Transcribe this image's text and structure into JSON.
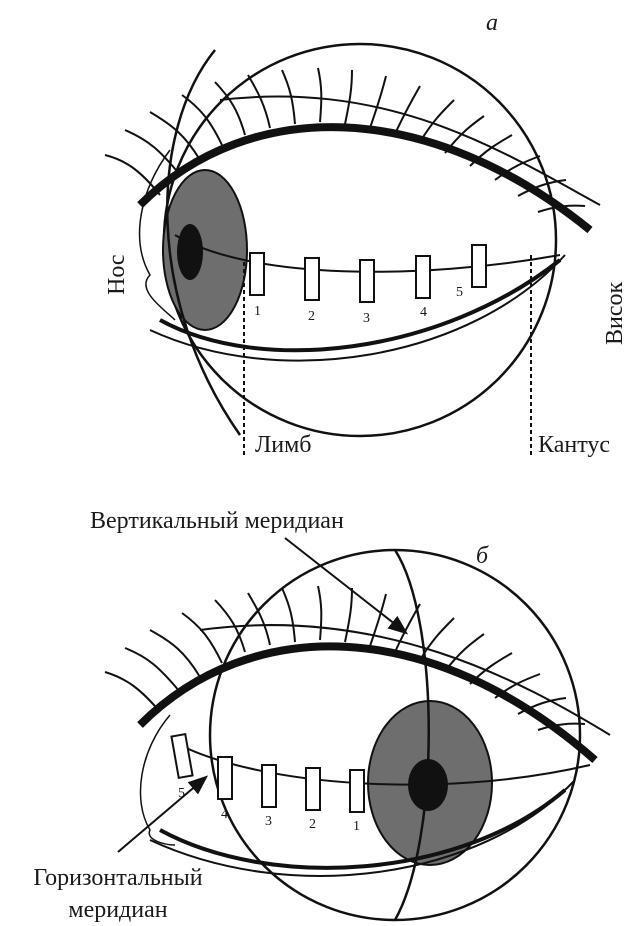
{
  "panel_a": {
    "letter": "а",
    "nose_label": "Нос",
    "temple_label": "Висок",
    "limbus_label": "Лимб",
    "canthus_label": "Кантус",
    "markers": [
      "1",
      "2",
      "3",
      "4",
      "5"
    ]
  },
  "panel_b": {
    "letter": "б",
    "vertical_meridian_label": "Вертикальный меридиан",
    "horizontal_meridian_label_line1": "Горизонтальный",
    "horizontal_meridian_label_line2": "меридиан",
    "markers": [
      "5",
      "4",
      "3",
      "2",
      "1"
    ]
  },
  "colors": {
    "iris": "#6e6e6e",
    "pupil": "#111111",
    "stroke": "#111111"
  }
}
